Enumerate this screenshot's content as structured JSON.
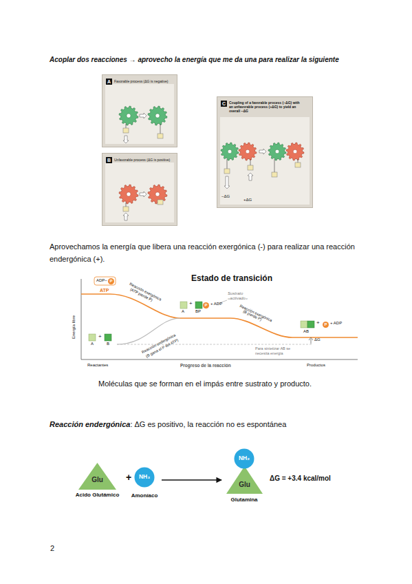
{
  "diagram": {
    "nodes": [
      {
        "text": [
          "A",
          "Favorable process (ΔG is negative)"
        ]
      },
      {
        "text": [
          "B",
          "Unfavorable process (ΔG is positive)"
        ]
      },
      {
        "text": [
          "C",
          "Coupling of a favorable process (−ΔG) with an unfavorable process (+ΔG) to yield an overall −ΔG",
          "−ΔG",
          "+ΔG"
        ]
      },
      {
        "text": [
          "Glu"
        ]
      },
      {
        "text": [
          "NH₃"
        ]
      },
      {
        "text": [
          "NH₂"
        ]
      },
      {
        "text": [
          "Glu"
        ]
      }
    ],
    "edges": [
      {
        "from": 4,
        "to": 6,
        "arrow": "to"
      }
    ],
    "labels": [
      "Acoplar dos reacciones → aprovecho la energía que me da una para realizar la siguiente",
      "Aprovechamos la energía que libera una reacción exergónica (-) para realizar una reacción endergónica (+).",
      "Estado de transición",
      "Energía libre",
      "ADP–",
      "P",
      "ATP",
      "Reacción exergónica",
      "(ATP pierde P)",
      "Reacción endergónica",
      "(B gana el P del ATP)",
      "A",
      "+",
      "B",
      "+",
      "P",
      "+ ADP",
      "A",
      "BP",
      "Sustrato «activado»",
      "Reacción exergónica",
      "(B pierde P)",
      "+",
      "P",
      "+ ADP",
      "AB",
      "ΔG",
      "Para sintetizar AB se necesita energía",
      "Reactantes",
      "Progreso de la reacción",
      "Productos",
      "Moléculas que se forman en el impás entre sustrato y producto.",
      "Reacción endergónica",
      ": ΔG es positivo, la reacción no es espontánea",
      "+",
      "Acido Glutámico",
      "Amoníaco",
      "Glutamina",
      "ΔG = +3.4 kcal/mol",
      "2"
    ]
  }
}
